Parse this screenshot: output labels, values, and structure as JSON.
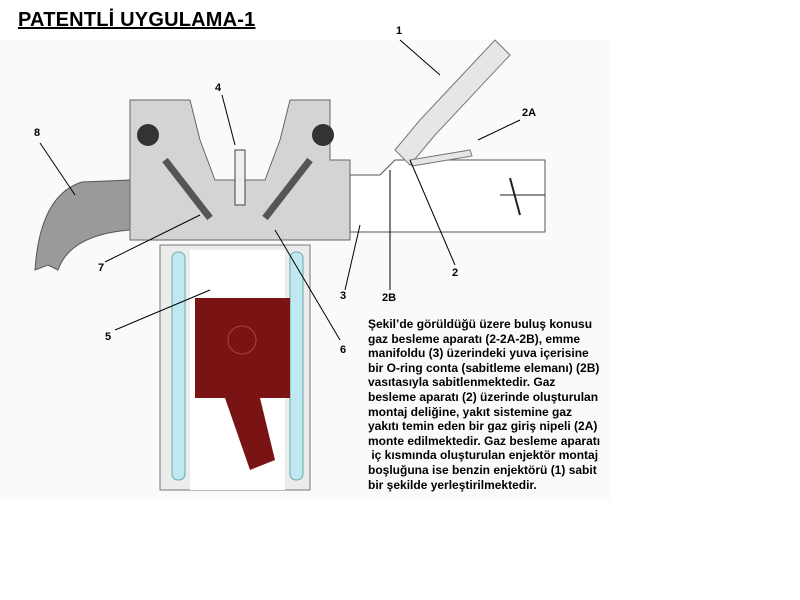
{
  "title": "PATENTLİ UYGULAMA-1",
  "labels": {
    "l1": "1",
    "l2A": "2A",
    "l2": "2",
    "l2B": "2B",
    "l3": "3",
    "l4": "4",
    "l5": "5",
    "l6": "6",
    "l7": "7",
    "l8": "8"
  },
  "description_lines": [
    "Şekil’de görüldüğü üzere buluş konusu",
    "gaz besleme aparatı (2-2A-2B), emme",
    "manifoldu (3) üzerindeki yuva içerisine",
    "bir O-ring conta (sabitleme elemanı) (2B)",
    "vasıtasıyla sabitlenmektedir. Gaz",
    "besleme aparatı (2) üzerinde oluşturulan",
    "montaj deliğine, yakıt sistemine gaz",
    "yakıtı temin eden bir gaz giriş nipeli (2A)",
    "monte edilmektedir. Gaz besleme aparatı",
    " iç kısmında oluşturulan enjektör montaj",
    "boşluğuna ise benzin enjektörü (1) sabit",
    "bir şekilde yerleştirilmektedir."
  ],
  "colors": {
    "piston": "#7a1414",
    "head": "#d4d4d4",
    "exhaust": "#9a9a9a",
    "liner": "#bfe8f0"
  }
}
